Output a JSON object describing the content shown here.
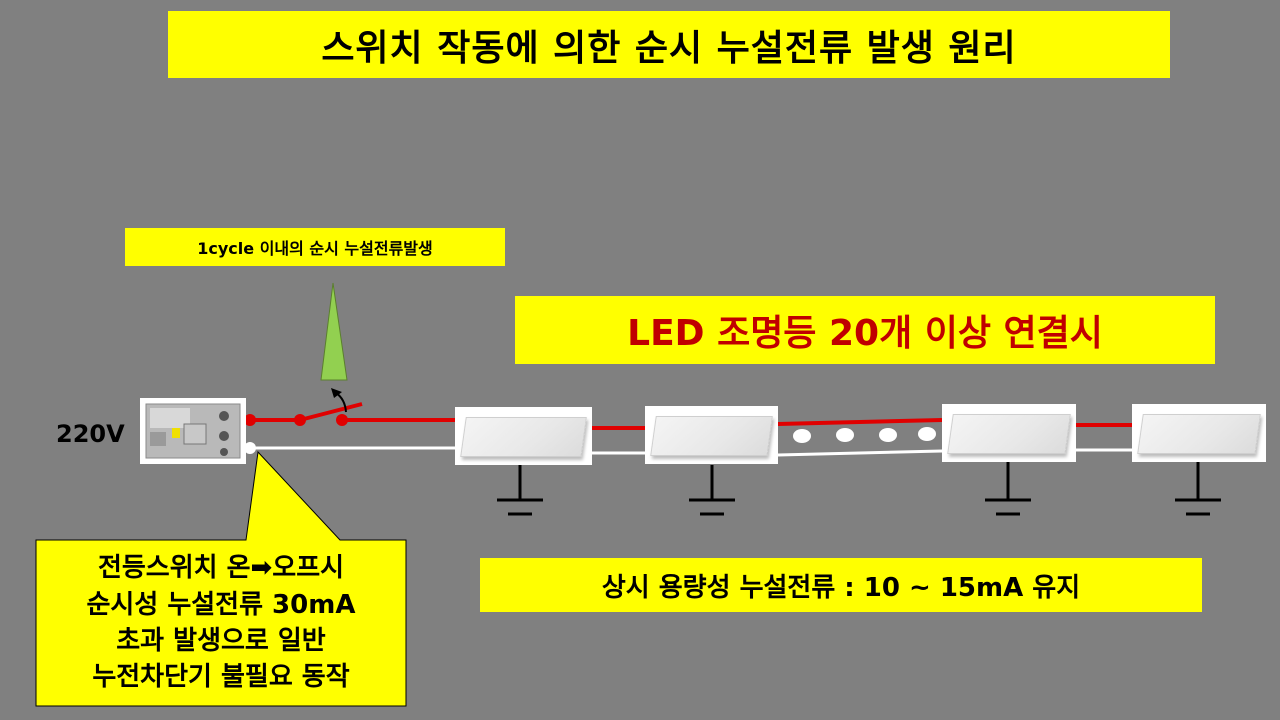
{
  "title": "스위치 작동에 의한 순시 누설전류 발생 원리",
  "note": "1cycle 이내의 순시 누설전류발생",
  "led_label": "LED 조명등 20개 이상 연결시",
  "voltage": "220V",
  "callout": {
    "line1": "전등스위치 온➡오프시",
    "line2": "순시성 누설전류 30mA",
    "line3": "초과 발생으로 일반",
    "line4": "누전차단기 불필요 동작"
  },
  "normal_leak": "상시 용량성 누설전류 : 10 ~ 15mA 유지",
  "colors": {
    "background": "#808080",
    "highlight": "#ffff00",
    "live_wire": "#e00000",
    "neutral_wire": "#ffffff",
    "led_text": "#c00000",
    "spike": "#92d050"
  },
  "icons": [
    "breaker-icon",
    "switch-icon",
    "ground-icon",
    "led-panel-icon"
  ]
}
